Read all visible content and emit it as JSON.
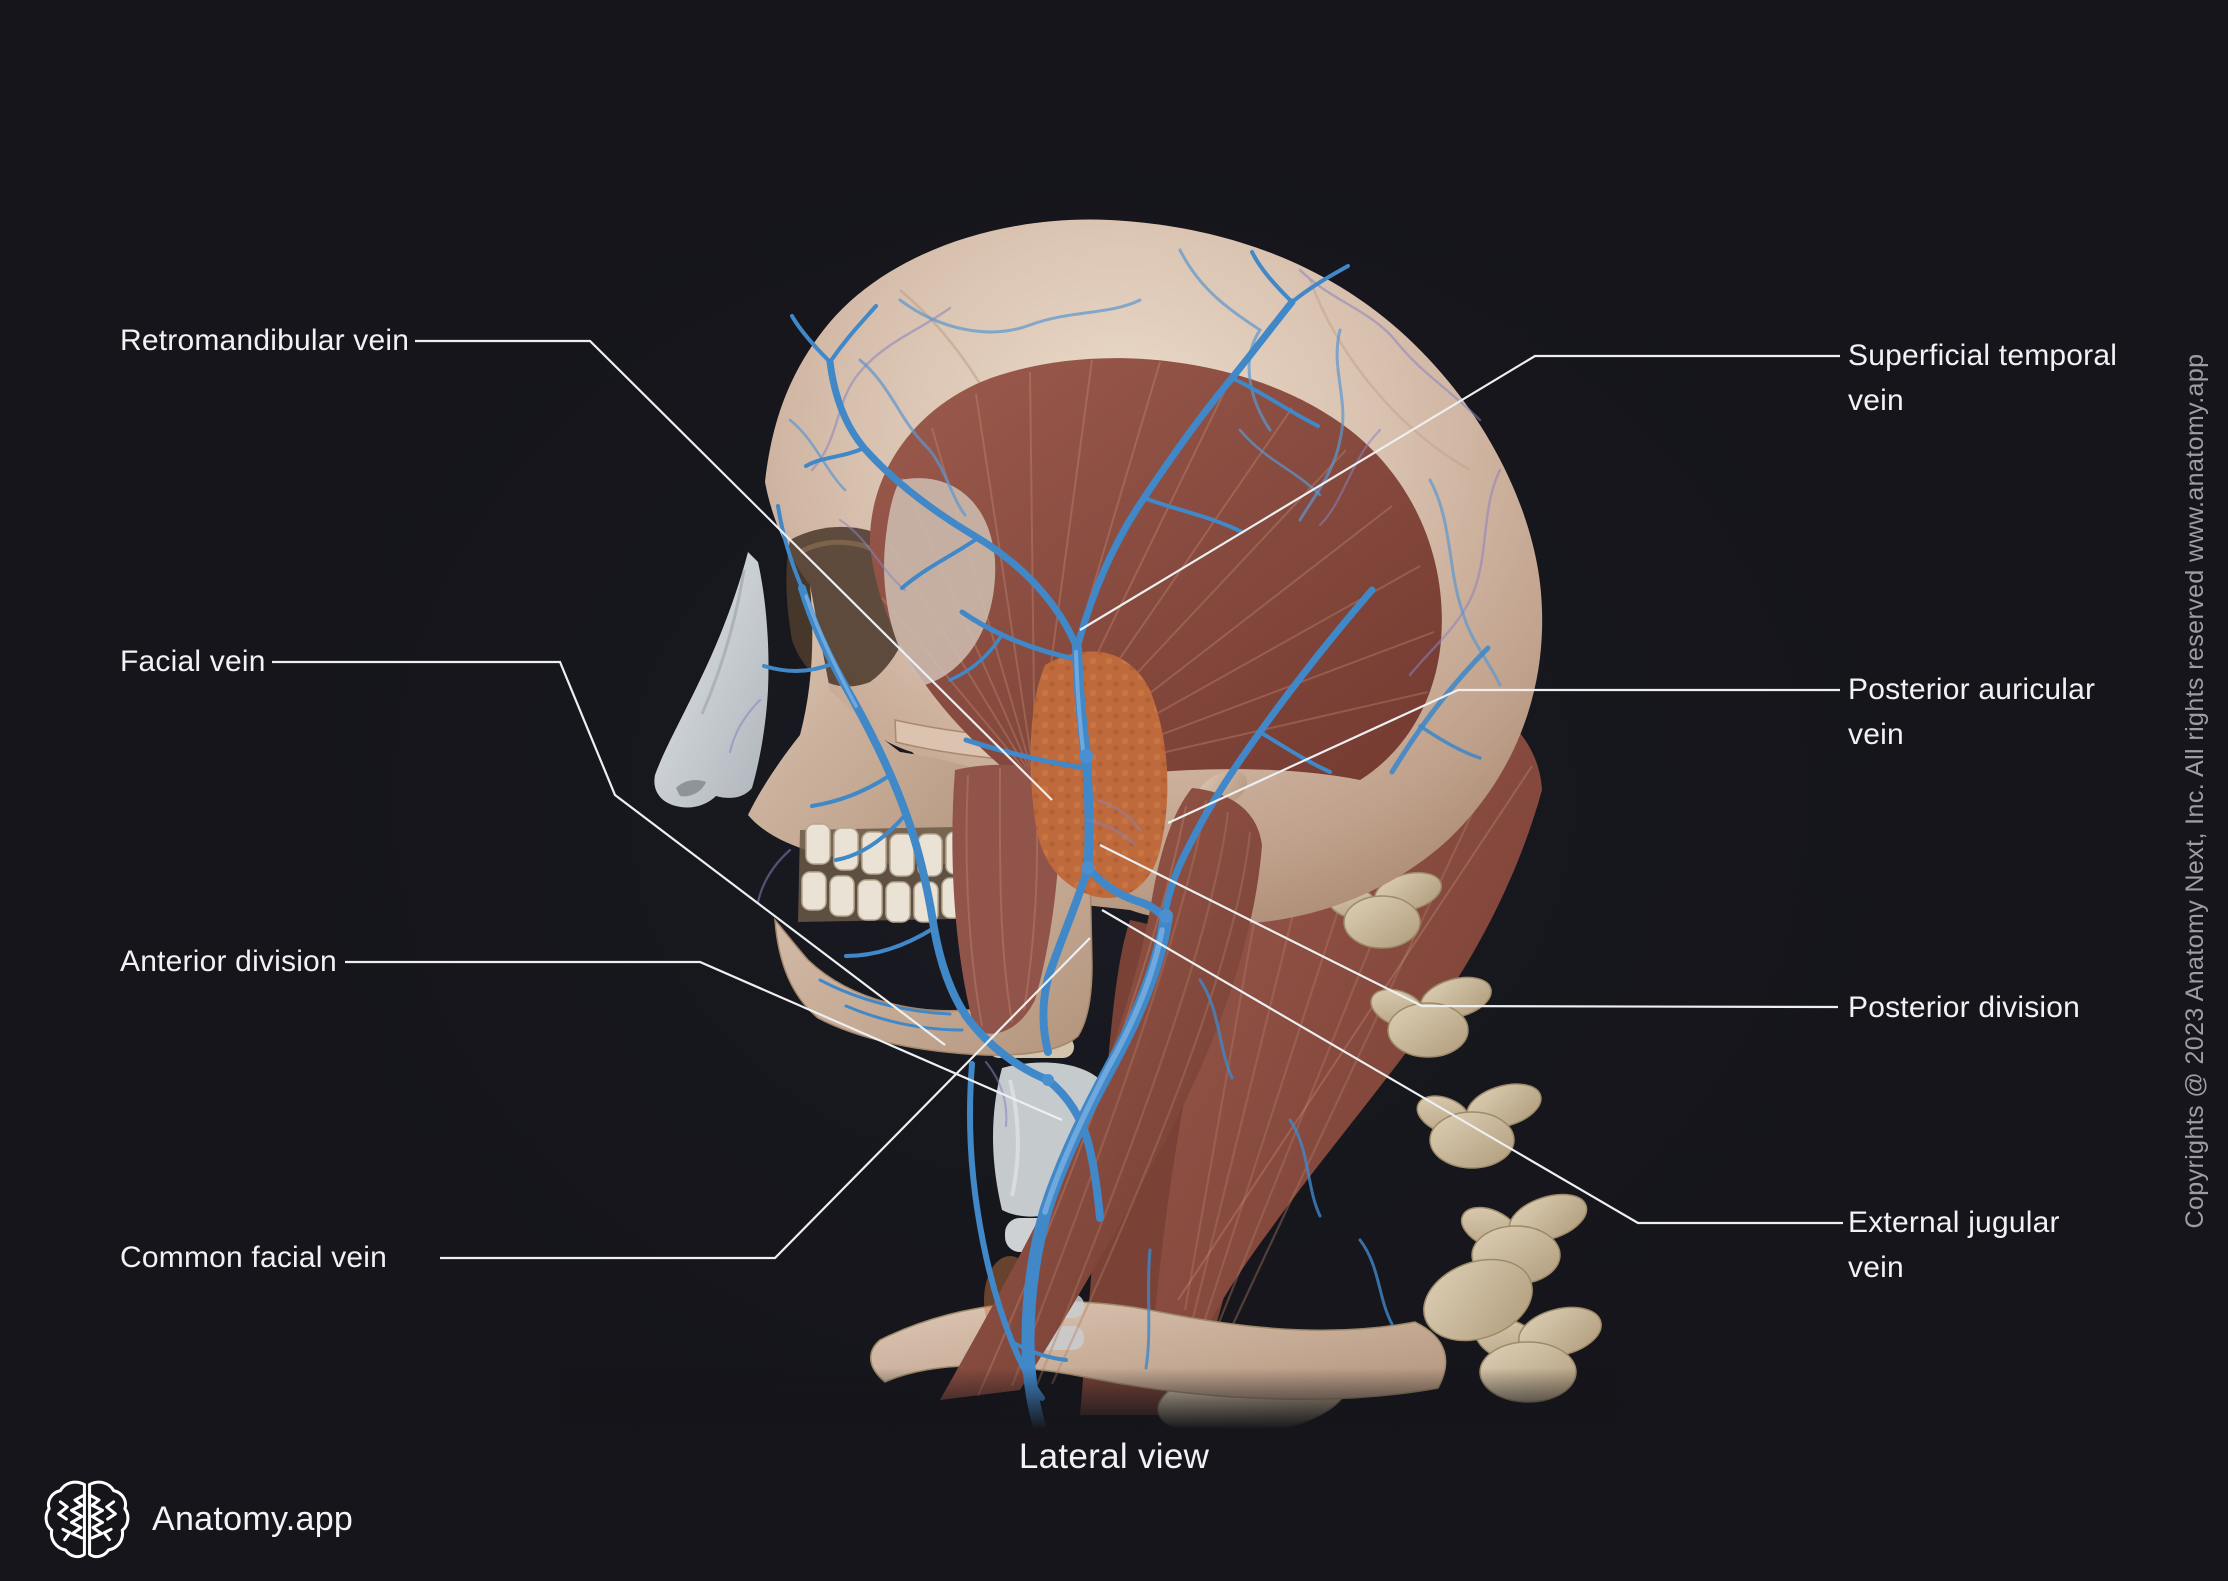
{
  "title": "Retromandibular vein",
  "view_label": "Lateral view",
  "brand": {
    "name": "Anatomy.app",
    "logo_icon": "brain-icon"
  },
  "copyright_text": "Copyrights @ 2023 Anatomy Next, Inc. All rights reserved www.anatomy.app",
  "labels": {
    "left": [
      {
        "id": "retromandibular-vein",
        "text": "Retromandibular vein"
      },
      {
        "id": "facial-vein",
        "text": "Facial vein"
      },
      {
        "id": "anterior-division",
        "text": "Anterior division"
      },
      {
        "id": "common-facial-vein",
        "text": "Common facial vein"
      }
    ],
    "right": [
      {
        "id": "superficial-temporal-vein",
        "text": "Superficial temporal vein"
      },
      {
        "id": "posterior-auricular-vein",
        "text": "Posterior auricular vein"
      },
      {
        "id": "posterior-division",
        "text": "Posterior division"
      },
      {
        "id": "external-jugular-vein",
        "text": "External jugular vein"
      }
    ]
  },
  "colors": {
    "background": "#15151b",
    "label_text": "#f2f2f4",
    "muted_text": "#9d9da4",
    "leader_line": "#edeff1",
    "vein_blue": "#4088c8",
    "vein_highlight": "#6fa8dd",
    "vein_purple": "#8b82c0",
    "bone": "#d8c0ae",
    "muscle": "#8e5348",
    "parotid_gland": "#bf6a3c",
    "cartilage": "#ccd0d4"
  }
}
